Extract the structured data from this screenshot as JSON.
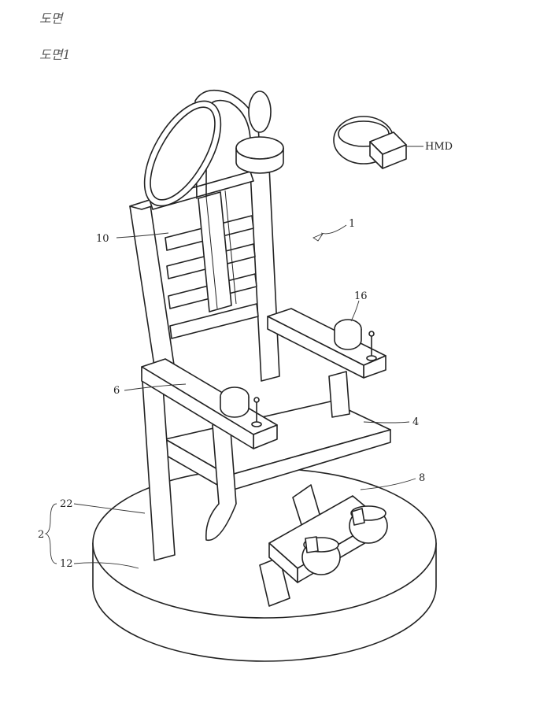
{
  "header": {
    "title": "도면",
    "figure": "도면1"
  },
  "labels": {
    "ref_1": "1",
    "ref_2": "2",
    "ref_4": "4",
    "ref_6": "6",
    "ref_8": "8",
    "ref_10": "10",
    "ref_12": "12",
    "ref_16": "16",
    "ref_22": "22",
    "hmd": "HMD"
  }
}
